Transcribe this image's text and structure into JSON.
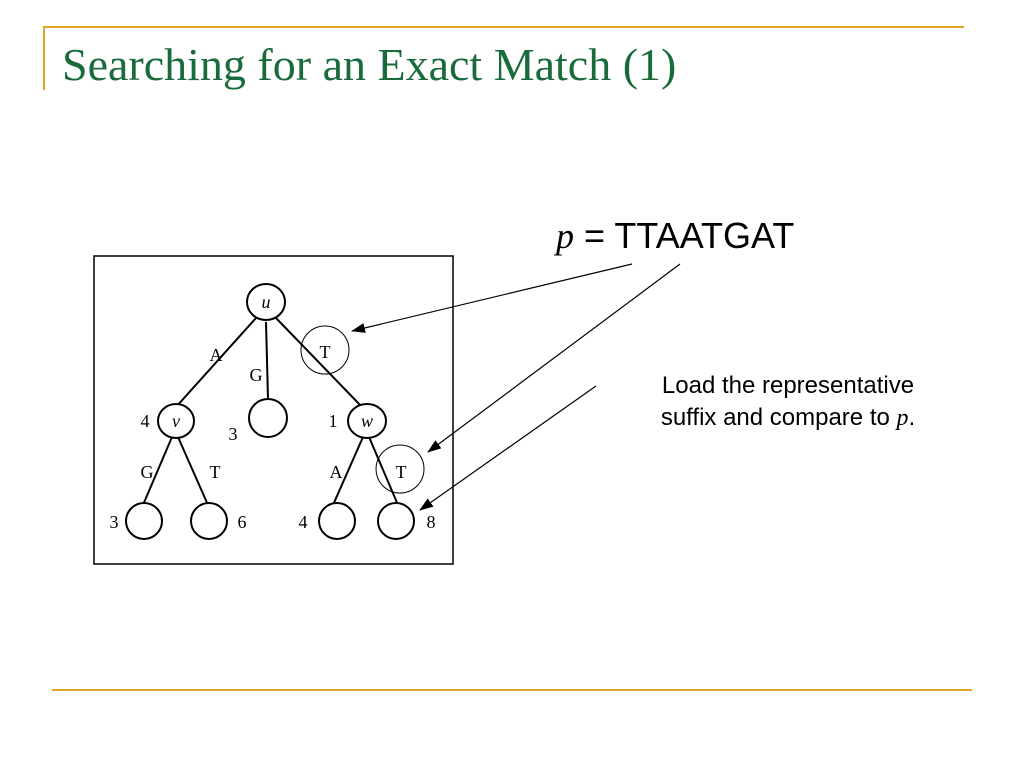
{
  "slide": {
    "title": "Searching for an Exact Match (1)"
  },
  "pattern": {
    "var": "p",
    "equals": " = ",
    "value": "TTAATGAT"
  },
  "caption": {
    "line1": "Load the representative",
    "line2_prefix": "suffix and compare to ",
    "var": "p",
    "suffix": "."
  },
  "tree": {
    "nodes": {
      "root": "u",
      "v": "v",
      "w": "w"
    },
    "edges": {
      "root_A": "A",
      "root_G": "G",
      "root_T": "T",
      "v_G": "G",
      "v_T": "T",
      "w_A": "A",
      "w_T": "T"
    },
    "numbers": {
      "v": "4",
      "g_leaf": "3",
      "w": "1",
      "leaf1": "3",
      "leaf2": "6",
      "leaf3": "4",
      "leaf4": "8"
    }
  },
  "colors": {
    "title": "#1a6b3c",
    "frame": "#e0a526"
  }
}
